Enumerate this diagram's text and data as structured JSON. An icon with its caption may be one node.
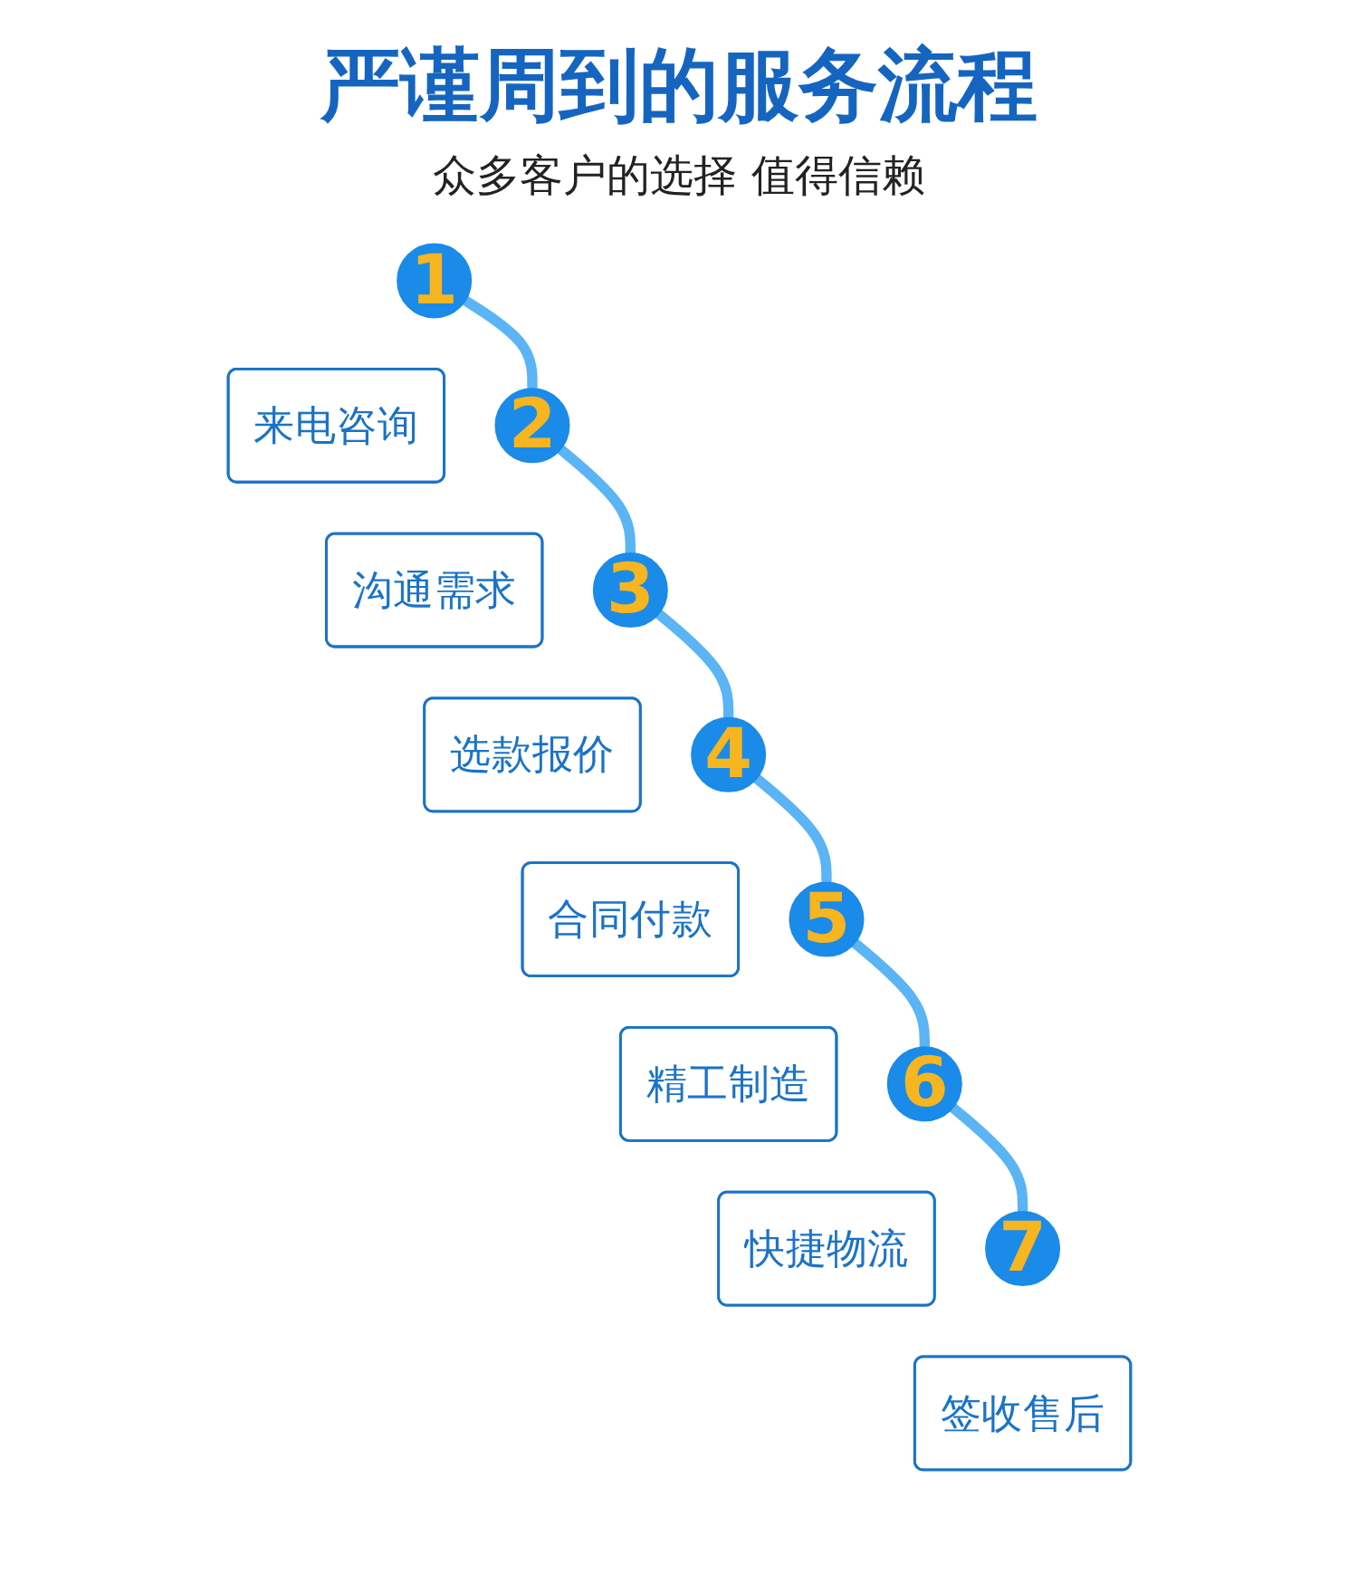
{
  "diagram": {
    "title": "严谨周到的服务流程",
    "nodes": [
      {
        "text": [
          "1"
        ]
      },
      {
        "text": [
          "来电咨询"
        ]
      },
      {
        "text": [
          "2"
        ]
      },
      {
        "text": [
          "沟通需求"
        ]
      },
      {
        "text": [
          "3"
        ]
      },
      {
        "text": [
          "选款报价"
        ]
      },
      {
        "text": [
          "4"
        ]
      },
      {
        "text": [
          "合同付款"
        ]
      },
      {
        "text": [
          "5"
        ]
      },
      {
        "text": [
          "精工制造"
        ]
      },
      {
        "text": [
          "6"
        ]
      },
      {
        "text": [
          "快捷物流"
        ]
      },
      {
        "text": [
          "7"
        ]
      },
      {
        "text": [
          "签收售后"
        ]
      }
    ],
    "edges": [
      {
        "from": 0,
        "to": 2,
        "arrow": "none"
      },
      {
        "from": 2,
        "to": 4,
        "arrow": "none"
      },
      {
        "from": 4,
        "to": 6,
        "arrow": "none"
      },
      {
        "from": 6,
        "to": 8,
        "arrow": "none"
      },
      {
        "from": 8,
        "to": 10,
        "arrow": "none"
      },
      {
        "from": 10,
        "to": 12,
        "arrow": "none"
      }
    ],
    "labels": [
      "众多客户的选择 值得信赖"
    ]
  }
}
